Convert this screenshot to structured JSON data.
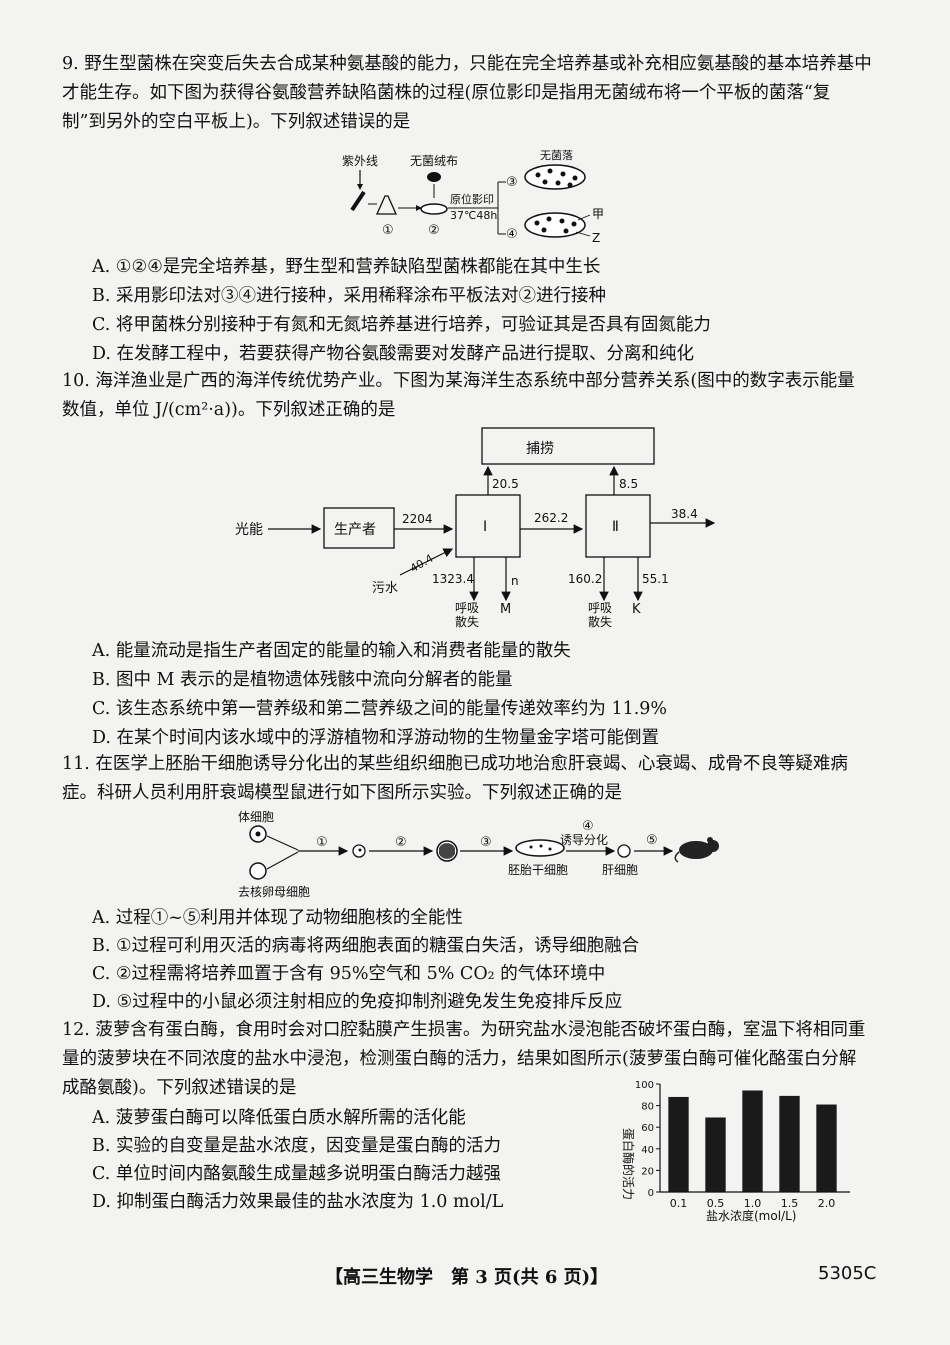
{
  "q9": {
    "stem": "9. 野生型菌株在突变后失去合成某种氨基酸的能力，只能在完全培养基或补充相应氨基酸的基本培养基中才能生存。如下图为获得谷氨酸营养缺陷菌株的过程(原位影印是指用无菌绒布将一个平板的菌落“复制”到另外的空白平板上)。下列叙述错误的是",
    "diagram": {
      "uv": "紫外线",
      "velvet": "无菌绒布",
      "sterile": "无菌落",
      "replica": "原位影印",
      "incubate": "37℃48h",
      "n1": "①",
      "n2": "②",
      "n3": "③",
      "n4": "④",
      "jia": "甲",
      "yi": "Z"
    },
    "options": [
      "A. ①②④是完全培养基，野生型和营养缺陷型菌株都能在其中生长",
      "B. 采用影印法对③④进行接种，采用稀释涂布平板法对②进行接种",
      "C. 将甲菌株分别接种于有氮和无氮培养基进行培养，可验证其是否具有固氮能力",
      "D. 在发酵工程中，若要获得产物谷氨酸需要对发酵产品进行提取、分离和纯化"
    ]
  },
  "q10": {
    "stem": "10. 海洋渔业是广西的海洋传统优势产业。下图为某海洋生态系统中部分营养关系(图中的数字表示能量数值，单位 J/(cm²·a))。下列叙述正确的是",
    "diagram": {
      "light": "光能",
      "producer": "生产者",
      "catch": "捕捞",
      "L1": "Ⅰ",
      "L2": "Ⅱ",
      "sewage": "污水",
      "resp": "呼吸",
      "loss": "散失",
      "M": "M",
      "n": "n",
      "K": "K",
      "v2204": "2204",
      "v262": "262.2",
      "v205": "20.5",
      "v85": "8.5",
      "v384": "38.4",
      "v404": "40.4",
      "v1323": "1323.4",
      "v1602": "160.2",
      "v551": "55.1"
    },
    "options": [
      "A. 能量流动是指生产者固定的能量的输入和消费者能量的散失",
      "B. 图中 M 表示的是植物遗体残骸中流向分解者的能量",
      "C. 该生态系统中第一营养级和第二营养级之间的能量传递效率约为 11.9%",
      "D. 在某个时间内该水域中的浮游植物和浮游动物的生物量金字塔可能倒置"
    ]
  },
  "q11": {
    "stem": "11. 在医学上胚胎干细胞诱导分化出的某些组织细胞已成功地治愈肝衰竭、心衰竭、成骨不良等疑难病症。科研人员利用肝衰竭模型鼠进行如下图所示实验。下列叙述正确的是",
    "diagram": {
      "soma": "体细胞",
      "oocyte": "去核卵母细胞",
      "es": "胚胎干细胞",
      "liver": "肝细胞",
      "induce": "诱导分化",
      "c1": "①",
      "c2": "②",
      "c3": "③",
      "c4": "④",
      "c5": "⑤"
    },
    "options": [
      "A. 过程①~⑤利用并体现了动物细胞核的全能性",
      "B. ①过程可利用灭活的病毒将两细胞表面的糖蛋白失活，诱导细胞融合",
      "C. ②过程需将培养皿置于含有 95%空气和 5% CO₂ 的气体环境中",
      "D. ⑤过程中的小鼠必须注射相应的免疫抑制剂避免发生免疫排斥反应"
    ]
  },
  "q12": {
    "stem": "12. 菠萝含有蛋白酶，食用时会对口腔黏膜产生损害。为研究盐水浸泡能否破坏蛋白酶，室温下将相同重量的菠萝块在不同浓度的盐水中浸泡，检测蛋白酶的活力，结果如图所示(菠萝蛋白酶可催化酪蛋白分解成酪氨酸)。下列叙述错误的是",
    "options": [
      "A. 菠萝蛋白酶可以降低蛋白质水解所需的活化能",
      "B. 实验的自变量是盐水浓度，因变量是蛋白酶的活力",
      "C. 单位时间内酪氨酸生成量越多说明蛋白酶活力越强",
      "D. 抑制蛋白酶活力效果最佳的盐水浓度为 1.0 mol/L"
    ]
  },
  "chart_data": {
    "type": "bar",
    "categories": [
      "0.1",
      "0.5",
      "1.0",
      "1.5",
      "2.0"
    ],
    "values": [
      88,
      69,
      94,
      89,
      81
    ],
    "xlabel": "盐水浓度(mol/L)",
    "ylabel": "蛋白酶的活力",
    "yticks": [
      "0",
      "20",
      "40",
      "60",
      "80",
      "100"
    ],
    "ylim": [
      0,
      100
    ]
  },
  "footer": {
    "title": "【高三生物学　第 3 页(共 6 页)】",
    "code": "5305C"
  }
}
